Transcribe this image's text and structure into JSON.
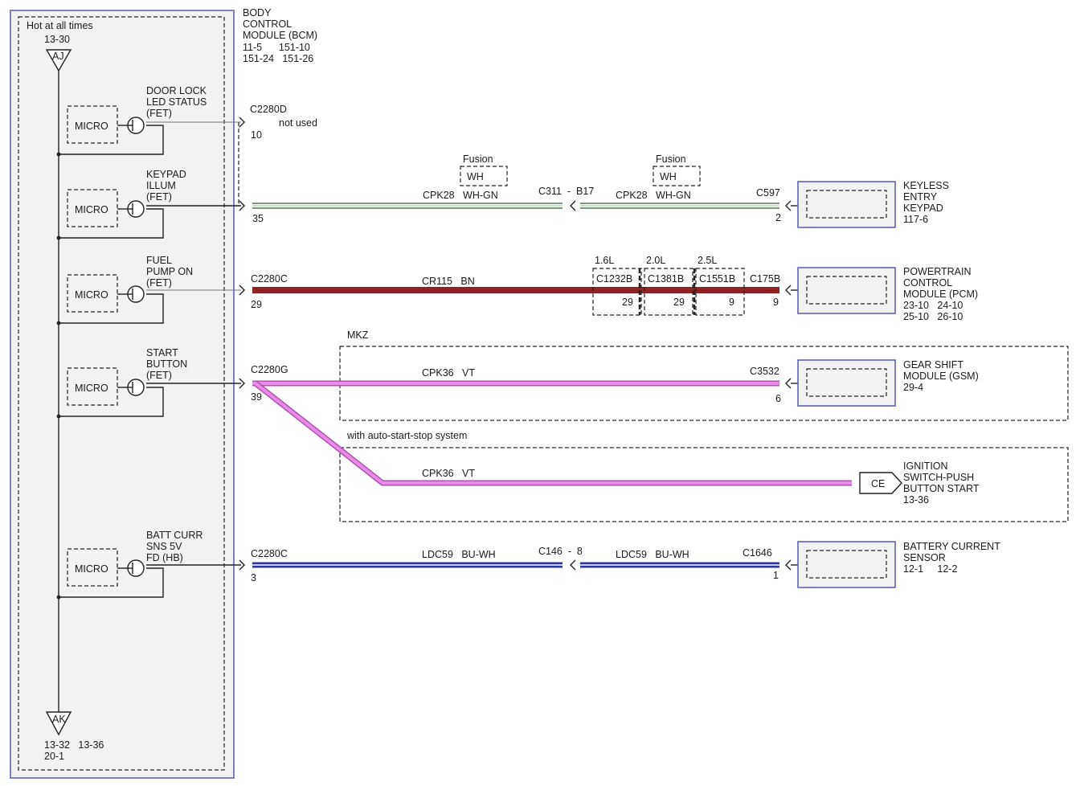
{
  "bcm": {
    "title_lines": [
      "BODY",
      "CONTROL",
      "MODULE (BCM)"
    ],
    "refs_lines": [
      "11-5      151-10",
      "151-24   151-26"
    ],
    "hot_label": "Hot at all times",
    "hot_ref": "13-30",
    "top_connector": "AJ",
    "bottom_connector": "AK",
    "bottom_refs_1": "13-32   13-36",
    "bottom_refs_2": "20-1",
    "micro_label": "MICRO"
  },
  "circuits": [
    {
      "id": "door-lock",
      "fet_lines": [
        "DOOR LOCK",
        "LED STATUS",
        "(FET)"
      ],
      "connector": "C2280D",
      "pin": "10",
      "note": "not used"
    },
    {
      "id": "keypad",
      "fet_lines": [
        "KEYPAD",
        "ILLUM",
        "(FET)"
      ],
      "pin": "35",
      "wire1_label": "CPK28   WH-GN",
      "wire2_label": "CPK28   WH-GN",
      "fusion1": "Fusion",
      "fusion1_box": "WH",
      "fusion2": "Fusion",
      "fusion2_box": "WH",
      "inline": "C311  -  B17",
      "end_connector": "C597",
      "end_pin": "2",
      "color": "#4e7f4e",
      "module_lines": [
        "KEYLESS",
        "ENTRY",
        "KEYPAD",
        "117-6"
      ]
    },
    {
      "id": "fuel-pump",
      "fet_lines": [
        "FUEL",
        "PUMP ON",
        "(FET)"
      ],
      "connector": "C2280C",
      "pin": "29",
      "wire_label": "CR115   BN",
      "color": "#8e2323",
      "engines": [
        {
          "label": "1.6L",
          "connector": "C1232B",
          "pin": "29"
        },
        {
          "label": "2.0L",
          "connector": "C1381B",
          "pin": "29"
        },
        {
          "label": "2.5L",
          "connector": "C1551B",
          "pin": "9"
        }
      ],
      "end_connector": "C175B",
      "end_pin": "9",
      "module_lines": [
        "POWERTRAIN",
        "CONTROL",
        "MODULE (PCM)",
        "23-10   24-10",
        "25-10   26-10"
      ]
    },
    {
      "id": "start-button",
      "fet_lines": [
        "START",
        "BUTTON",
        "(FET)"
      ],
      "connector": "C2280G",
      "pin": "39",
      "color": "#e07ee0",
      "mkz_label": "MKZ",
      "wire_label": "CPK36   VT",
      "end_connector": "C3532",
      "end_pin": "6",
      "module_lines": [
        "GEAR SHIFT",
        "MODULE (GSM)",
        "29-4"
      ],
      "auto_label": "with auto-start-stop system",
      "wire2_label": "CPK36   VT",
      "ce_label": "CE",
      "module2_lines": [
        "IGNITION",
        "SWITCH-PUSH",
        "BUTTON START",
        "13-36"
      ]
    },
    {
      "id": "batt-curr",
      "fet_lines": [
        "BATT CURR",
        "SNS 5V",
        "FD (HB)"
      ],
      "connector": "C2280C",
      "pin": "3",
      "wire1_label": "LDC59   BU-WH",
      "wire2_label": "LDC59   BU-WH",
      "inline": "C146  -  8",
      "end_connector": "C1646",
      "end_pin": "1",
      "color": "#2c35a6",
      "module_lines": [
        "BATTERY CURRENT",
        "SENSOR",
        "12-1     12-2"
      ]
    }
  ]
}
